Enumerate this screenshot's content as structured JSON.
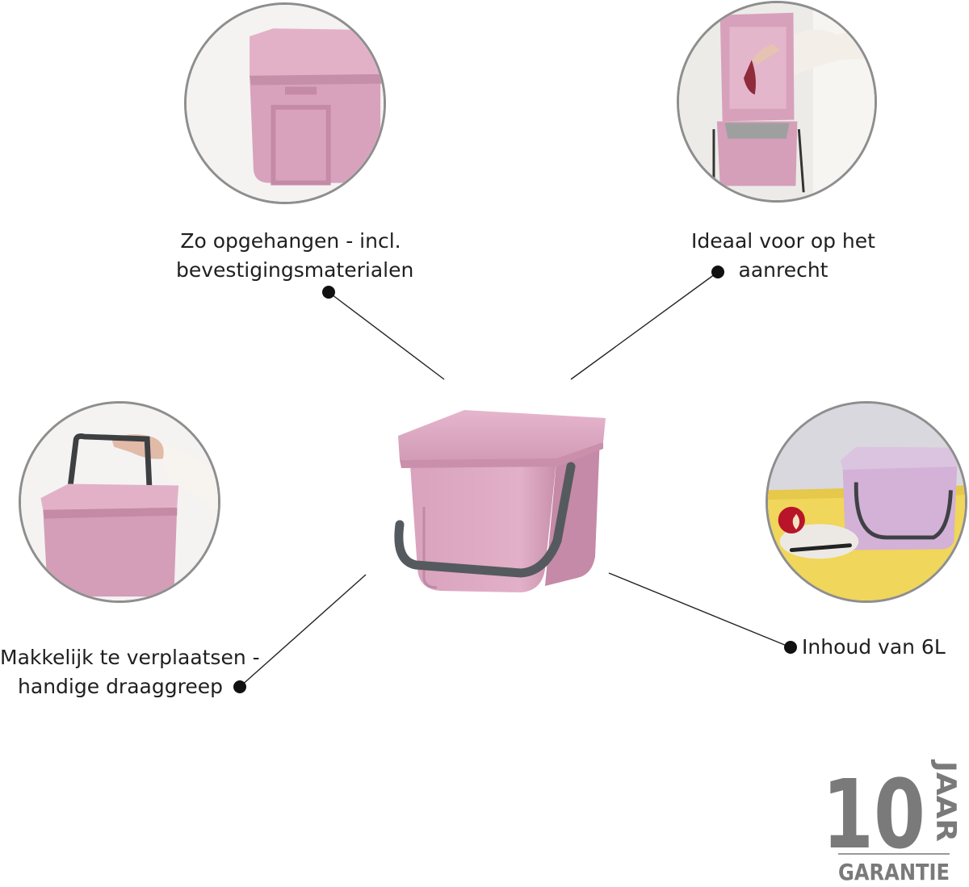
{
  "features": {
    "wall": {
      "caption_line1": "Zo opgehangen - incl.",
      "caption_line2": "bevestigingsmaterialen",
      "photo_icon": "wall-mounted-bin"
    },
    "counter": {
      "caption_line1": "Ideaal voor op het",
      "caption_line2": "aanrecht",
      "photo_icon": "open-lid-bin"
    },
    "carry": {
      "caption_line1": "Makkelijk te verplaatsen -",
      "caption_line2": "handige draaggreep",
      "photo_icon": "carried-bin"
    },
    "capacity": {
      "caption_line1": "Inhoud van 6L",
      "photo_icon": "bin-on-table"
    }
  },
  "guarantee": {
    "number": "10",
    "unit": "JAAR",
    "label": "GARANTIE"
  },
  "colors": {
    "product_pink": "#d9a3bd",
    "handle_grey": "#555a5f",
    "ring_grey": "#8e8e8e",
    "badge_grey": "#7a7a7a"
  }
}
